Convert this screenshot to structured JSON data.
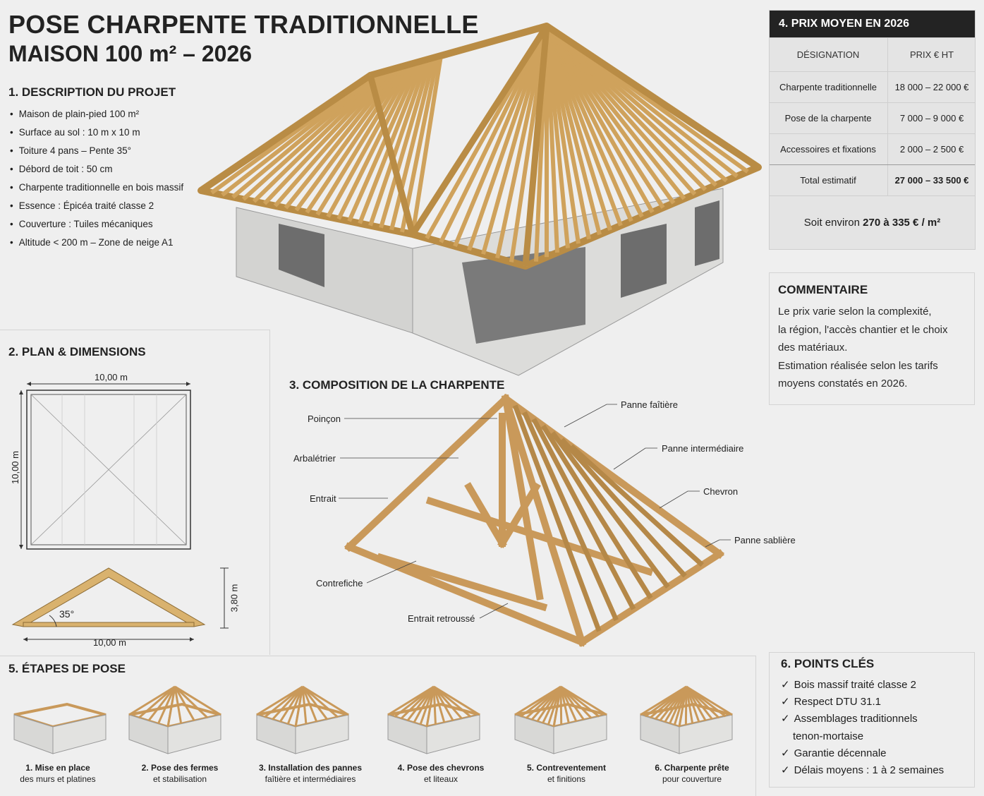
{
  "title": {
    "line1": "POSE CHARPENTE TRADITIONNELLE",
    "line2": "MAISON 100 m² – 2026"
  },
  "description": {
    "heading": "1. DESCRIPTION DU PROJET",
    "items": [
      "Maison de plain-pied 100 m²",
      "Surface au sol : 10 m x 10 m",
      "Toiture 4 pans – Pente 35°",
      "Débord de toit : 50 cm",
      "Charpente traditionnelle en bois massif",
      "Essence : Épicéa traité classe 2",
      "Couverture : Tuiles mécaniques",
      "Altitude < 200 m – Zone de neige A1"
    ]
  },
  "plan": {
    "heading": "2. PLAN & DIMENSIONS",
    "width_label": "10,00 m",
    "depth_label": "10,00 m",
    "angle_label": "35°",
    "height_label": "3,80 m",
    "section_width_label": "10,00 m"
  },
  "composition": {
    "heading": "3. COMPOSITION DE LA CHARPENTE",
    "labels": {
      "poincon": "Poinçon",
      "arbaletrier": "Arbalétrier",
      "entrait": "Entrait",
      "contrefiche": "Contrefiche",
      "entrait_retrousse": "Entrait retroussé",
      "panne_faitiere": "Panne faîtière",
      "panne_intermediaire": "Panne intermédiaire",
      "chevron": "Chevron",
      "panne_sabliere": "Panne sablière"
    }
  },
  "prices": {
    "heading": "4. PRIX MOYEN EN 2026",
    "col_designation": "DÉSIGNATION",
    "col_price": "PRIX € HT",
    "rows": [
      {
        "label": "Charpente traditionnelle",
        "price": "18 000 – 22 000 €"
      },
      {
        "label": "Pose de la charpente",
        "price": "7 000 – 9 000 €"
      },
      {
        "label": "Accessoires et fixations",
        "price": "2 000 – 2 500 €"
      }
    ],
    "total_label": "Total estimatif",
    "total_price": "27 000 – 33 500 €",
    "per_m2_prefix": "Soit environ ",
    "per_m2_value": "270 à 335 € / m²"
  },
  "comment": {
    "heading": "COMMENTAIRE",
    "lines": [
      "Le prix varie selon la complexité,",
      "la région, l'accès chantier et le choix",
      "des matériaux.",
      "Estimation réalisée selon les tarifs",
      "moyens constatés en 2026."
    ]
  },
  "steps": {
    "heading": "5. ÉTAPES DE POSE",
    "items": [
      {
        "title": "1. Mise en place",
        "subtitle": "des murs et platines"
      },
      {
        "title": "2. Pose des fermes",
        "subtitle": "et stabilisation"
      },
      {
        "title": "3. Installation des pannes",
        "subtitle": "faîtière et intermédiaires"
      },
      {
        "title": "4. Pose des chevrons",
        "subtitle": "et liteaux"
      },
      {
        "title": "5. Contreventement",
        "subtitle": "et finitions"
      },
      {
        "title": "6. Charpente prête",
        "subtitle": "pour couverture"
      }
    ]
  },
  "key_points": {
    "heading": "6. POINTS CLÉS",
    "check_glyph": "✓",
    "items": [
      "Bois massif traité classe 2",
      "Respect DTU 31.1",
      "Assemblages traditionnels",
      "tenon-mortaise",
      "Garantie décennale",
      "Délais moyens : 1 à 2 semaines"
    ]
  },
  "colors": {
    "wood": "#d9b26e",
    "wood_dark": "#a9803f",
    "wall": "#d7d7d5",
    "header_bg": "#232323"
  }
}
